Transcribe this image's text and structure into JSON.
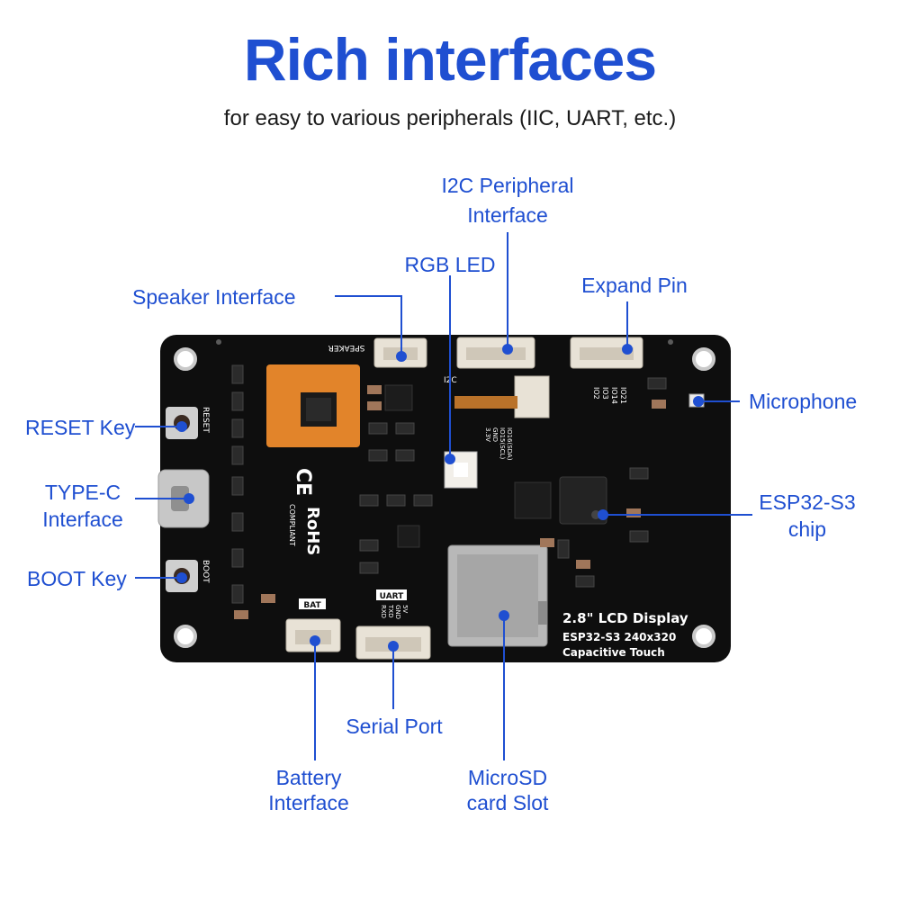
{
  "header": {
    "title": "Rich interfaces",
    "subtitle": "for easy to various peripherals (IIC, UART, etc.)"
  },
  "labels": {
    "i2c": [
      "I2C Peripheral",
      "Interface"
    ],
    "rgb_led": "RGB LED",
    "speaker": "Speaker Interface",
    "expand_pin": "Expand Pin",
    "microphone": "Microphone",
    "reset_key": "RESET Key",
    "type_c": [
      "TYPE-C",
      "Interface"
    ],
    "esp32": [
      "ESP32-S3",
      "chip"
    ],
    "boot_key": "BOOT Key",
    "serial_port": "Serial Port",
    "battery": [
      "Battery",
      "Interface"
    ],
    "microsd": [
      "MicroSD",
      "card Slot"
    ]
  },
  "board": {
    "silk_speaker": "SPEAKER",
    "silk_reset": "RESET",
    "silk_boot": "BOOT",
    "silk_bat": "BAT",
    "silk_uart": "UART",
    "silk_i2c": "I2C",
    "silk_rohs": "RoHS",
    "silk_compliant": "COMPLIANT",
    "silk_ce": "CE",
    "silk_io": [
      "IO2",
      "IO3",
      "IO14",
      "IO21"
    ],
    "silk_i2c_pins": [
      "3.3V",
      "GND",
      "IO15(SCL)",
      "IO16(SDA)"
    ],
    "silk_uart_pins": [
      "RXD",
      "TXD",
      "GND",
      "5V"
    ],
    "display_title": "2.8\" LCD Display",
    "display_spec": "ESP32-S3  240x320",
    "display_touch": "Capacitive Touch"
  },
  "colors": {
    "accent": "#1f4fd1",
    "board": "#0e0e0e"
  }
}
